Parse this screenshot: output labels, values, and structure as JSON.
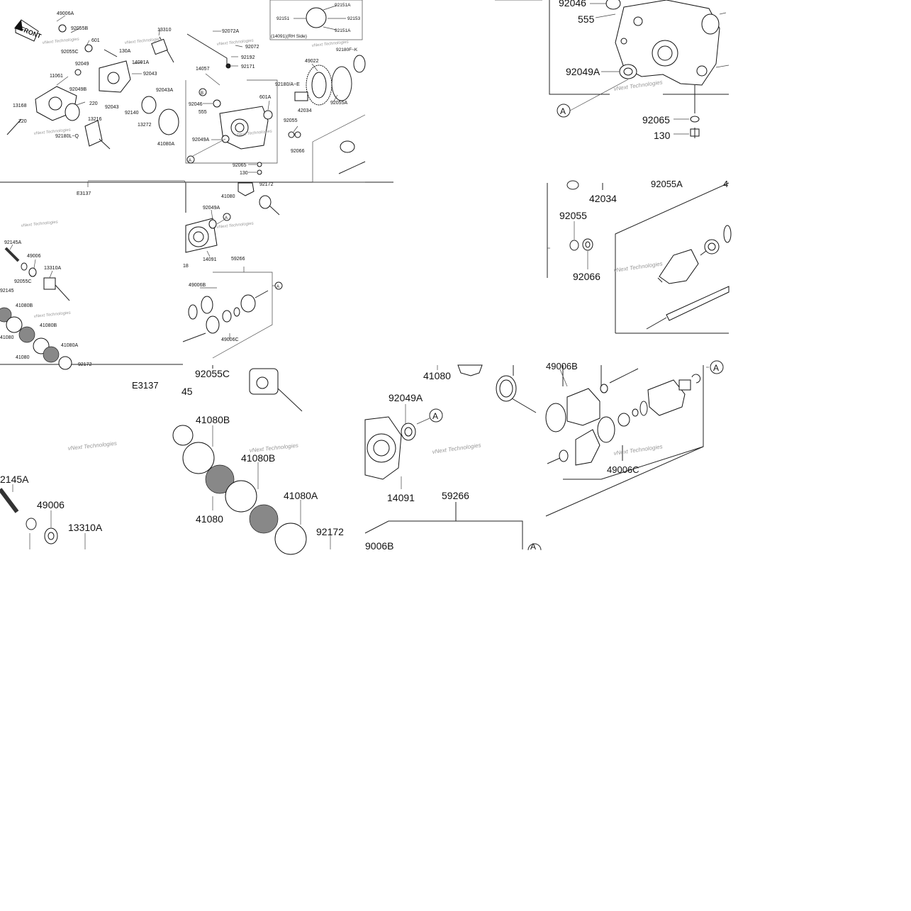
{
  "tiles": [
    {
      "id": "overview",
      "labels": [
        "49006A",
        "92055B",
        "92055C",
        "601",
        "130A",
        "14091A",
        "13310",
        "92072A",
        "92072",
        "92192",
        "92171",
        "14057",
        "49022",
        "92180F~K",
        "92151A",
        "92151",
        "92153",
        "92151A",
        "(14091)(RH Side)",
        "11061",
        "13168",
        "220",
        "92049",
        "92049B",
        "92043",
        "92043",
        "92140",
        "92043A",
        "13272",
        "13216",
        "92180L~Q",
        "220",
        "92046",
        "555",
        "B",
        "92049A",
        "A",
        "41080A",
        "601A",
        "92180/A~E",
        "42034",
        "92055A",
        "92055",
        "92066",
        "92065",
        "130"
      ],
      "front_label": "FRONT",
      "watermark": "vNext Technologies"
    },
    {
      "id": "zoom-housing",
      "labels": [
        "92046",
        "555",
        "92049A",
        "A",
        "92065",
        "130"
      ],
      "watermark": "vNext Technologies"
    },
    {
      "id": "mid-left",
      "labels": [
        "E3137",
        "92145A",
        "49006",
        "92055C",
        "13310A",
        "92145",
        "41080B",
        "41080B",
        "41080",
        "41080",
        "41080A",
        "92172"
      ],
      "watermark": "vNext Technologies"
    },
    {
      "id": "mid-center",
      "labels": [
        "41080",
        "92172",
        "92049A",
        "A",
        "18",
        "14091",
        "59266",
        "49006B",
        "A",
        "49006C"
      ],
      "watermark": "vNext Technologies"
    },
    {
      "id": "zoom-axle",
      "labels": [
        "42034",
        "92055A",
        "4",
        "92055",
        "92066"
      ],
      "watermark": "vNext Technologies"
    },
    {
      "id": "zoom-clutch",
      "labels": [
        "92055C",
        "E3137",
        "45",
        "41080B",
        "41080B",
        "41080",
        "41080A",
        "92172",
        "2145A",
        "49006",
        "13310A"
      ],
      "watermark": "vNext Technologies"
    },
    {
      "id": "zoom-diff",
      "labels": [
        "41080",
        "92049A",
        "A",
        "14091",
        "59266",
        "9006B",
        "A"
      ],
      "watermark": "vNext Technologies"
    },
    {
      "id": "zoom-boots",
      "labels": [
        "49006B",
        "A",
        "49006C"
      ],
      "watermark": "vNext Technologies"
    }
  ]
}
